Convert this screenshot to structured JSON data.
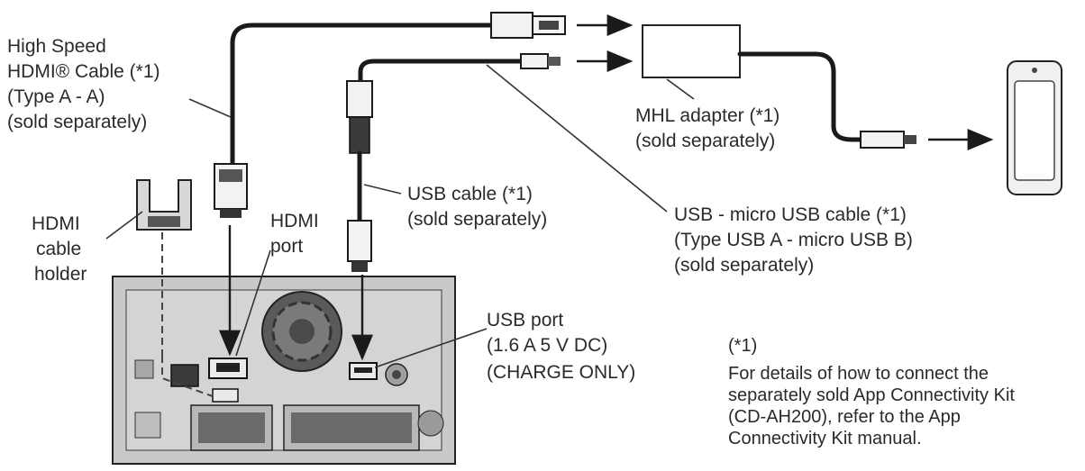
{
  "labels": {
    "hdmi_cable": [
      "High Speed",
      "HDMI® Cable (*1)",
      "(Type A - A)",
      "(sold separately)"
    ],
    "hdmi_holder": [
      "HDMI",
      "cable",
      "holder"
    ],
    "hdmi_port": [
      "HDMI",
      "port"
    ],
    "usb_cable": [
      "USB cable (*1)",
      "(sold separately)"
    ],
    "usb_micro_cable": [
      "USB - micro USB cable (*1)",
      "(Type USB A - micro USB B)",
      "(sold separately)"
    ],
    "mhl_adapter": [
      "MHL adapter (*1)",
      "(sold separately)"
    ],
    "usb_port": [
      "USB port",
      "(1.6 A 5 V DC)",
      "(CHARGE ONLY)"
    ],
    "footnote": [
      "(*1)",
      "For details of how to connect the",
      "separately sold App Connectivity Kit",
      "(CD-AH200), refer to the App",
      "Connectivity Kit manual."
    ]
  }
}
